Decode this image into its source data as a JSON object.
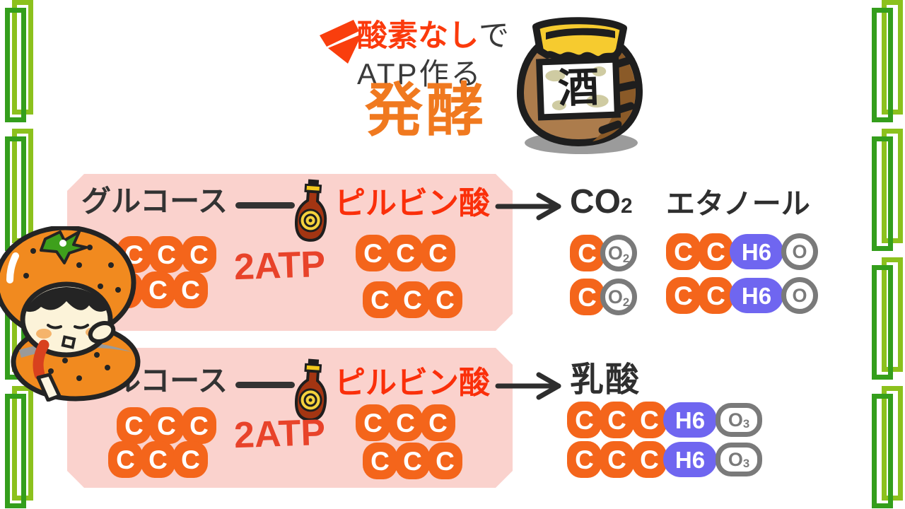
{
  "title": {
    "tagline_red": "酸素なし",
    "tagline_suffix": "で",
    "line2": "ATP作る",
    "heading": "発酵"
  },
  "jar": {
    "label": "酒"
  },
  "atoms": {
    "c": "C",
    "h6": "H6",
    "o": "O",
    "o_sub2": "2",
    "o_sub3": "3"
  },
  "pathway_alcohol": {
    "substrate": "グルコース",
    "intermediate": "ピルビン酸",
    "atp": "2ATP",
    "product1_main": "CO",
    "product1_sub": "2",
    "product2": "エタノール"
  },
  "pathway_lactic": {
    "substrate": "グルコース",
    "intermediate": "ピルビン酸",
    "atp": "2ATP",
    "product": "乳酸"
  },
  "colors": {
    "accent_orange": "#F4651B",
    "heading_orange": "#F0791F",
    "red_text": "#FA2F0A",
    "pink_box": "#FAD2CD",
    "blue_pill": "#6F66F0",
    "gray_ring": "#7A7A7A",
    "green_dark": "#349E1C",
    "green_light": "#8CC11D"
  }
}
